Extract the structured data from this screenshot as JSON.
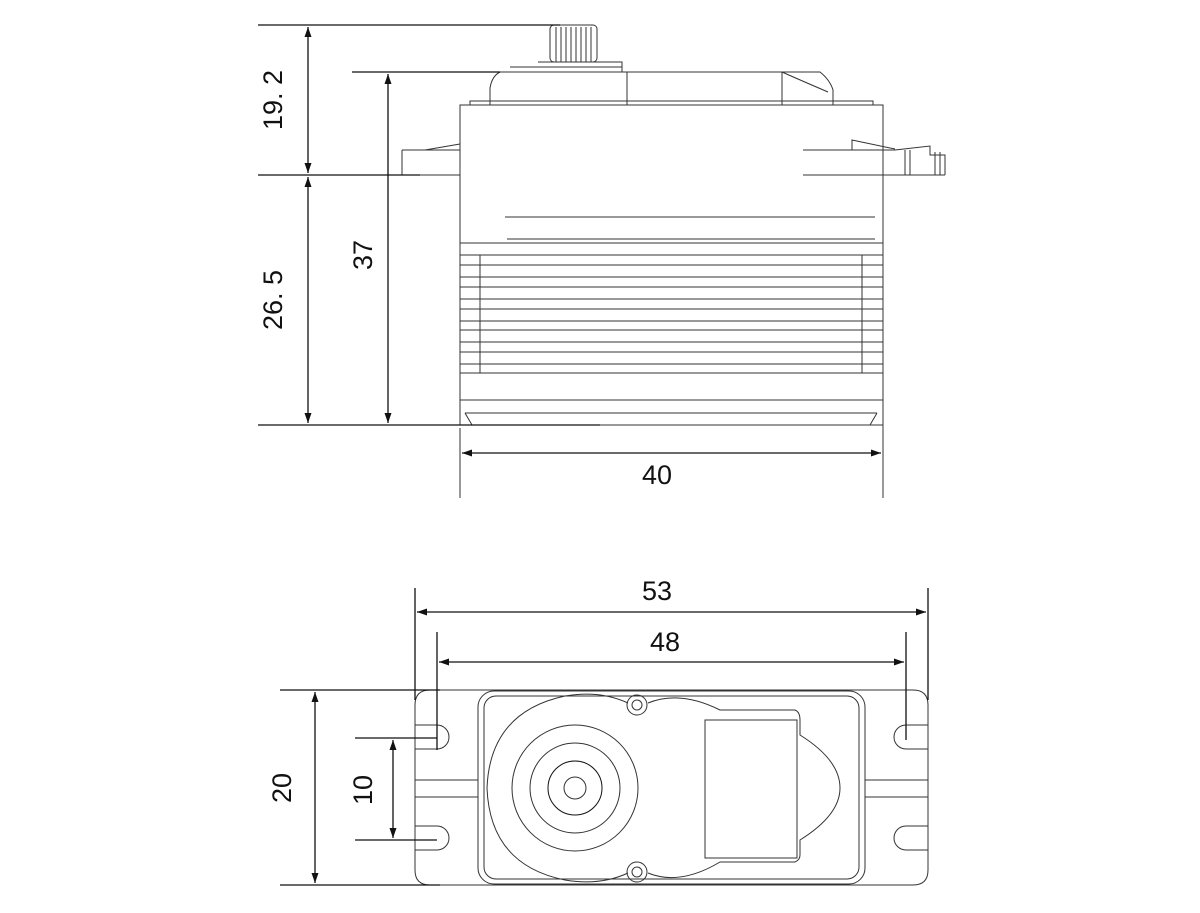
{
  "title": "Servo dimension drawing",
  "side_view": {
    "dims": {
      "shaft_height": "19. 2",
      "flange_to_bottom": "26. 5",
      "case_height": "37",
      "width": "40"
    }
  },
  "top_view": {
    "dims": {
      "overall_length": "53",
      "hole_spacing_length": "48",
      "width": "20",
      "hole_spacing_width": "10"
    }
  }
}
